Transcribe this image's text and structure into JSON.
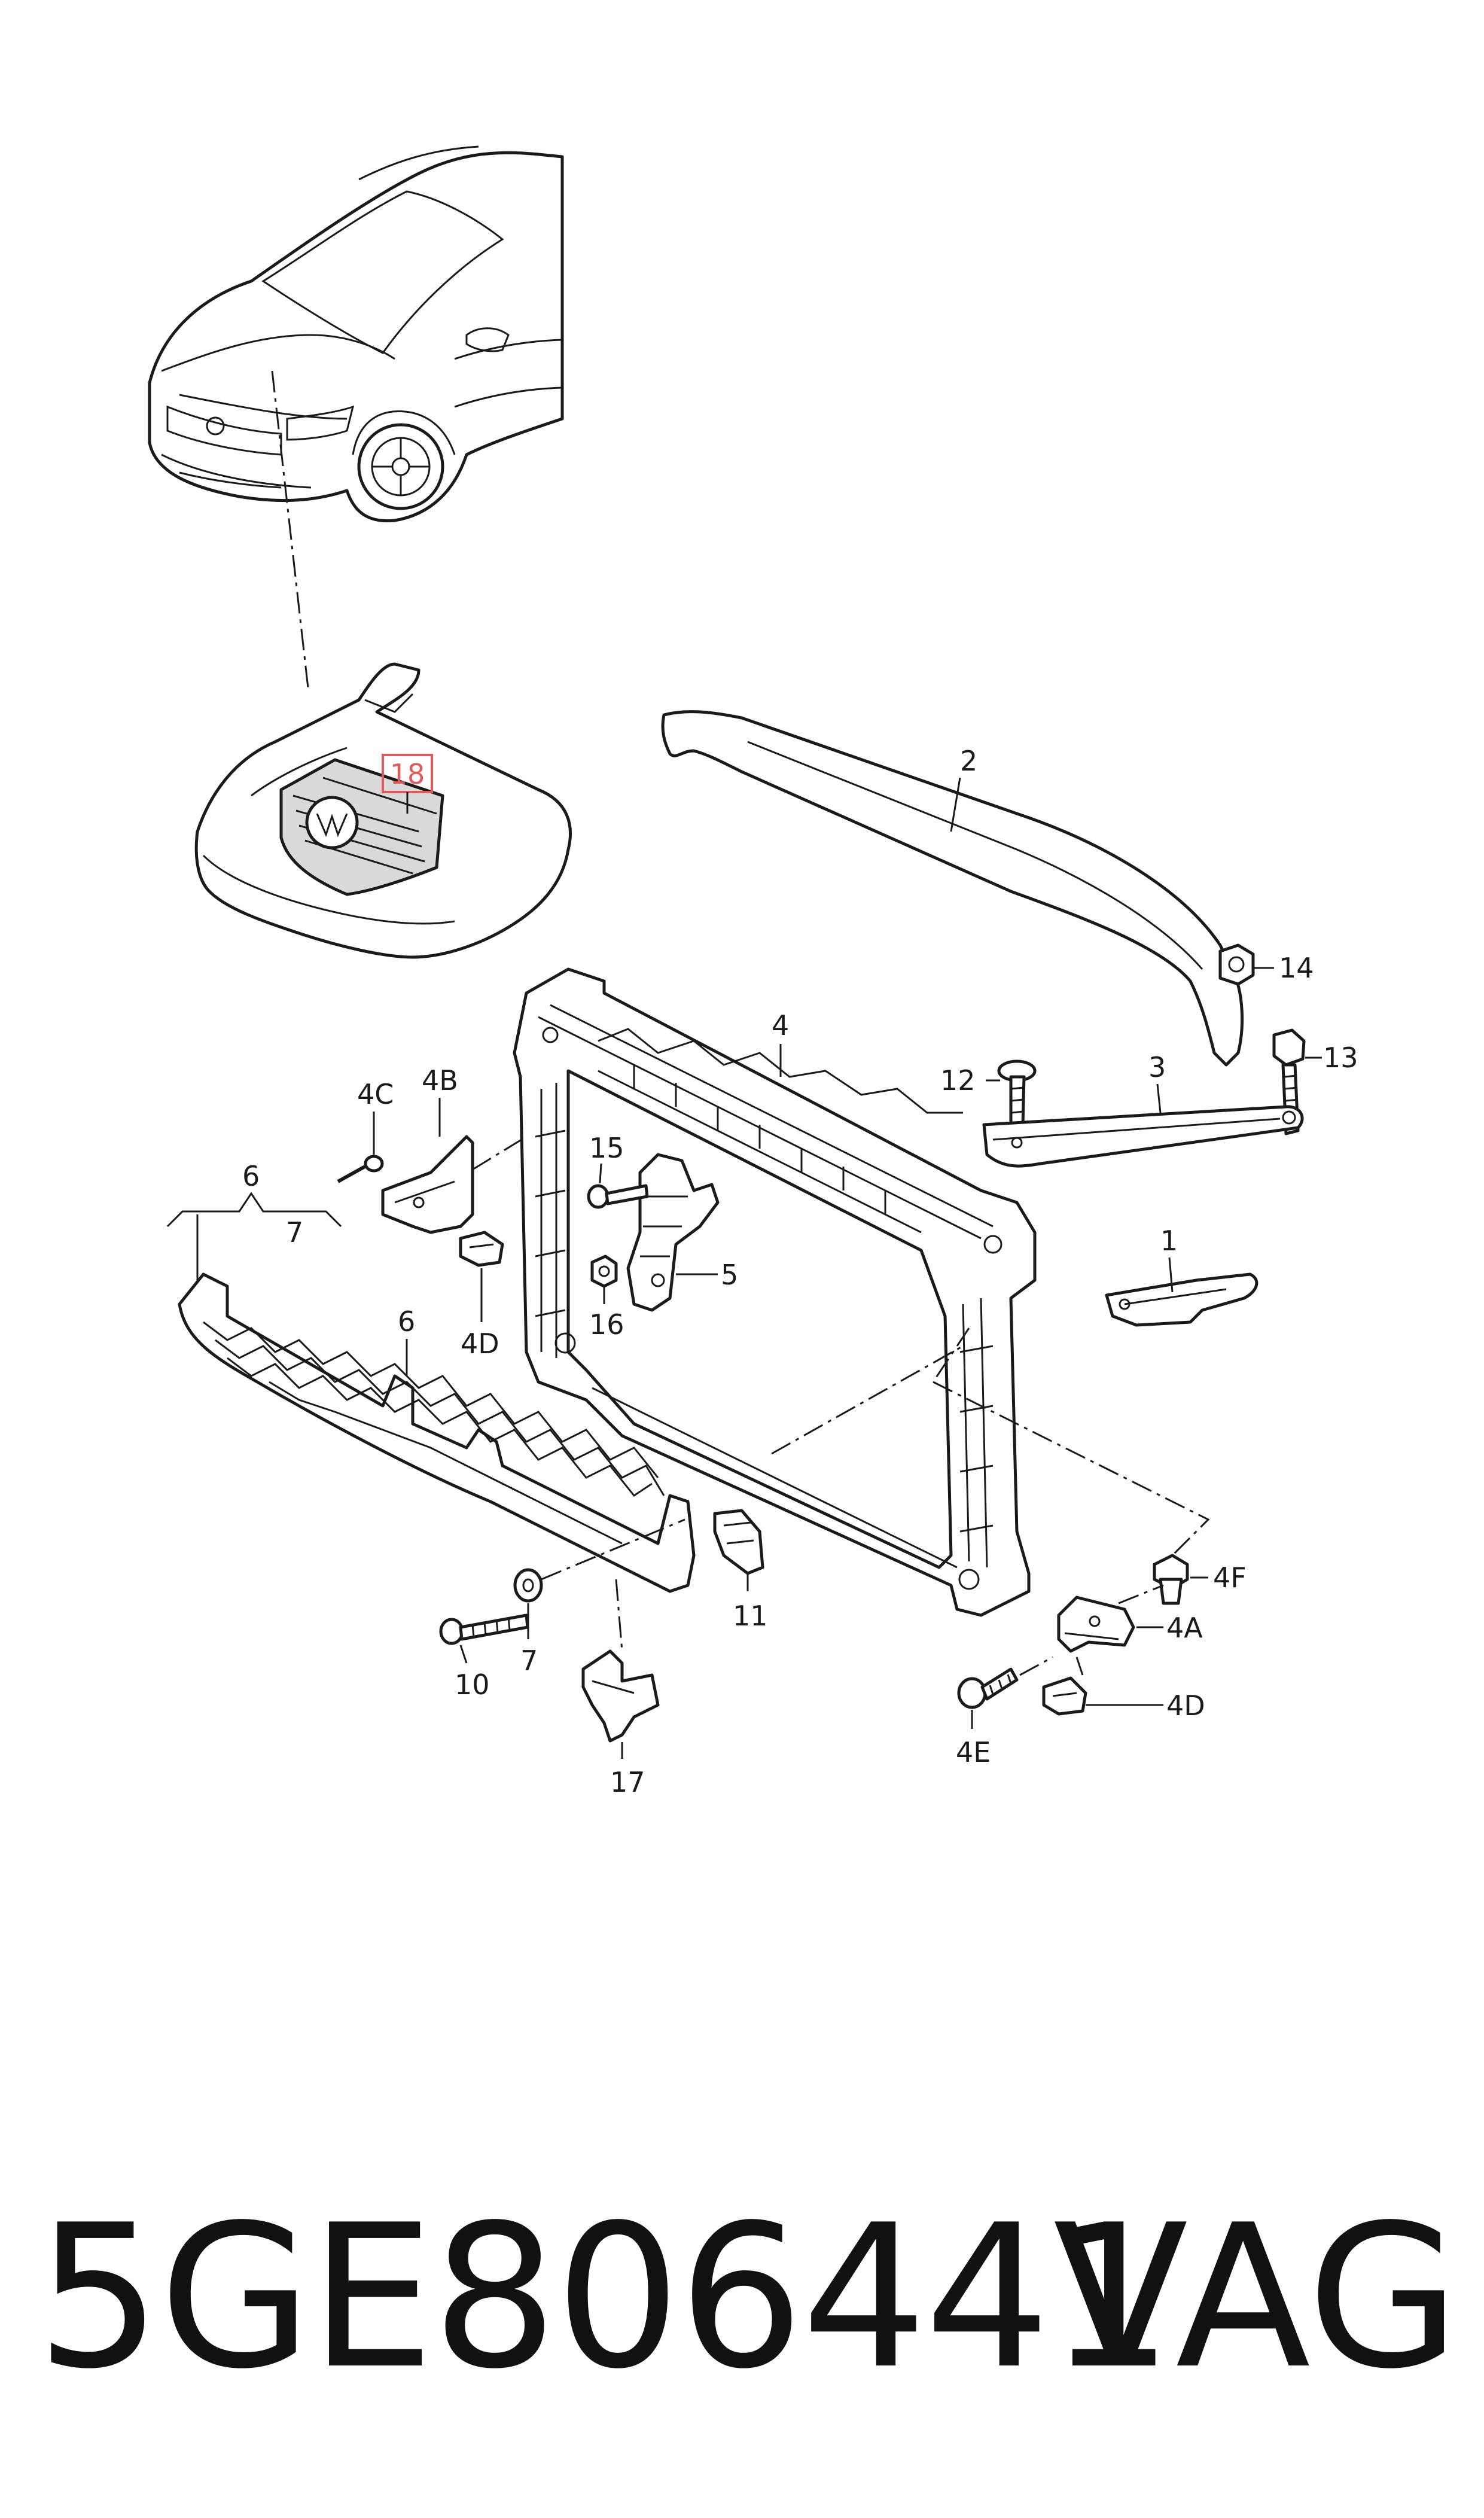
{
  "callouts": {
    "c1": "1",
    "c2": "2",
    "c3": "3",
    "c4": "4",
    "c4a": "4A",
    "c4b": "4B",
    "c4c": "4C",
    "c4d_left": "4D",
    "c4d_right": "4D",
    "c4e": "4E",
    "c4f": "4F",
    "c5": "5",
    "c6_bracket": "6",
    "c6_part": "6",
    "c7_bracket": "7",
    "c7_part": "7",
    "c10": "10",
    "c11": "11",
    "c12": "12",
    "c13": "13",
    "c14": "14",
    "c15": "15",
    "c16": "16",
    "c17": "17",
    "c18": "18"
  },
  "highlight_color": "#e05a5a",
  "footer": {
    "part_number": "5GE806441",
    "brand": "VAG"
  }
}
